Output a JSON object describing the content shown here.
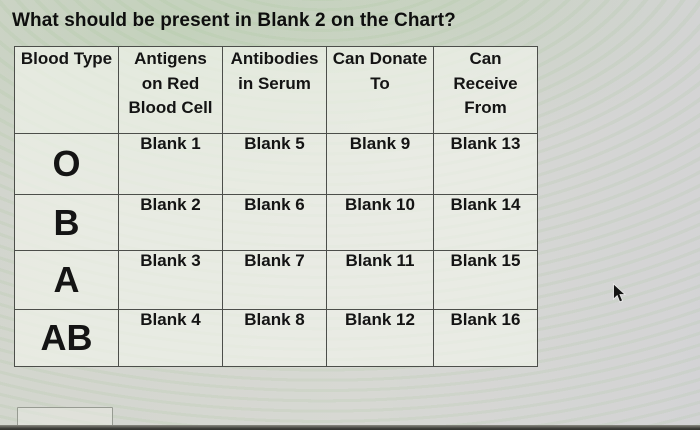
{
  "question": {
    "title": "What should be present in Blank 2 on the Chart?"
  },
  "chart": {
    "headers": [
      "Blood Type",
      "Antigens\non Red\nBlood Cell",
      "Antibodies\nin Serum",
      "Can Donate\nTo",
      "Can\nReceive\nFrom"
    ],
    "rows": [
      {
        "blood_type": "O",
        "antigens": "Blank 1",
        "antibodies": "Blank 5",
        "donate_to": "Blank 9",
        "receive_from": "Blank 13"
      },
      {
        "blood_type": "B",
        "antigens": "Blank 2",
        "antibodies": "Blank 6",
        "donate_to": "Blank 10",
        "receive_from": "Blank 14"
      },
      {
        "blood_type": "A",
        "antigens": "Blank 3",
        "antibodies": "Blank 7",
        "donate_to": "Blank 11",
        "receive_from": "Blank 15"
      },
      {
        "blood_type": "AB",
        "antigens": "Blank 4",
        "antibodies": "Blank 8",
        "donate_to": "Blank 12",
        "receive_from": "Blank 16"
      }
    ]
  },
  "answer_input": {
    "value": ""
  },
  "icons": {
    "cursor": "arrow-pointer"
  },
  "colors": {
    "page_bg": "#d5d7d1",
    "green_tint": "#9cc68c",
    "table_cell_bg": "#eef0ea",
    "table_border": "#4c4e4a",
    "text": "#141414",
    "bottom_edge": "#3b3c37"
  }
}
